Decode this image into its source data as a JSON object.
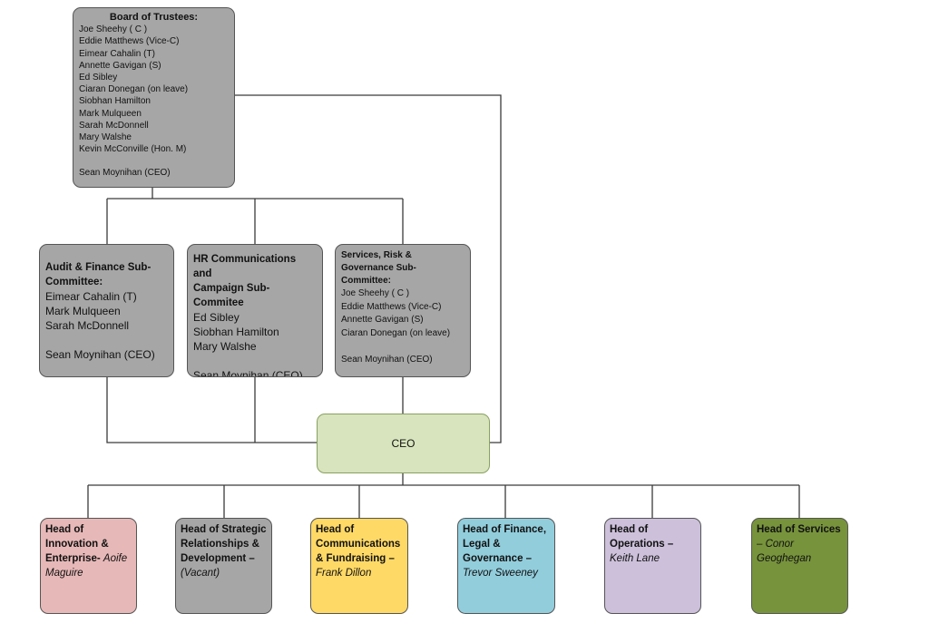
{
  "board": {
    "title": "Board of Trustees:",
    "members": [
      "Joe Sheehy ( C )",
      "Eddie Matthews (Vice-C)",
      "Eimear Cahalin (T)",
      "Annette Gavigan (S)",
      "Ed Sibley",
      "Ciaran Donegan (on leave)",
      "Siobhan Hamilton",
      "Mark Mulqueen",
      "Sarah McDonnell",
      "Mary Walshe",
      "Kevin McConville (Hon. M)"
    ],
    "ceo_line": "Sean Moynihan (CEO)"
  },
  "committees": [
    {
      "title_lines": [
        "Audit & Finance Sub-",
        "Committee:"
      ],
      "members": [
        "Eimear Cahalin (T)",
        "Mark Mulqueen",
        "Sarah McDonnell"
      ],
      "ceo_line": "Sean Moynihan (CEO)"
    },
    {
      "title_lines": [
        "HR Communications and",
        "Campaign Sub-",
        "Commitee"
      ],
      "members": [
        "Ed Sibley",
        "Siobhan Hamilton",
        "Mary Walshe"
      ],
      "ceo_line": "Sean Moynihan (CEO)"
    },
    {
      "title_lines": [
        "Services, Risk &",
        "Governance Sub-",
        "Committee:"
      ],
      "members": [
        "Joe Sheehy ( C )",
        "Eddie Matthews (Vice-C)",
        "Annette Gavigan (S)",
        "Ciaran Donegan (on leave)"
      ],
      "ceo_line": "Sean Moynihan (CEO)"
    }
  ],
  "ceo": {
    "label": "CEO",
    "color": "#d7e4bd"
  },
  "heads": [
    {
      "title_lines": [
        "Head of",
        "Innovation &",
        "Enterprise-"
      ],
      "name_lines": [
        "Aoife",
        "Maguire"
      ],
      "color": "#e6b8b7"
    },
    {
      "title_lines": [
        "Head of Strategic",
        "Relationships &",
        "Development –"
      ],
      "name_lines": [
        "(Vacant)"
      ],
      "color": "#a6a6a6"
    },
    {
      "title_lines": [
        "Head of",
        "Communications",
        "& Fundraising –"
      ],
      "name_lines": [
        "Frank Dillon"
      ],
      "color": "#ffd966"
    },
    {
      "title_lines": [
        "Head of Finance,",
        "Legal &",
        "Governance –"
      ],
      "name_lines": [
        "Trevor Sweeney"
      ],
      "color": "#92cddc"
    },
    {
      "title_lines": [
        "Head of",
        "Operations –"
      ],
      "name_lines": [
        "Keith Lane"
      ],
      "color": "#ccc0da"
    },
    {
      "title_lines": [
        "Head of Services"
      ],
      "name_lines": [
        "– Conor",
        "Geoghegan"
      ],
      "color": "#77933c"
    }
  ]
}
